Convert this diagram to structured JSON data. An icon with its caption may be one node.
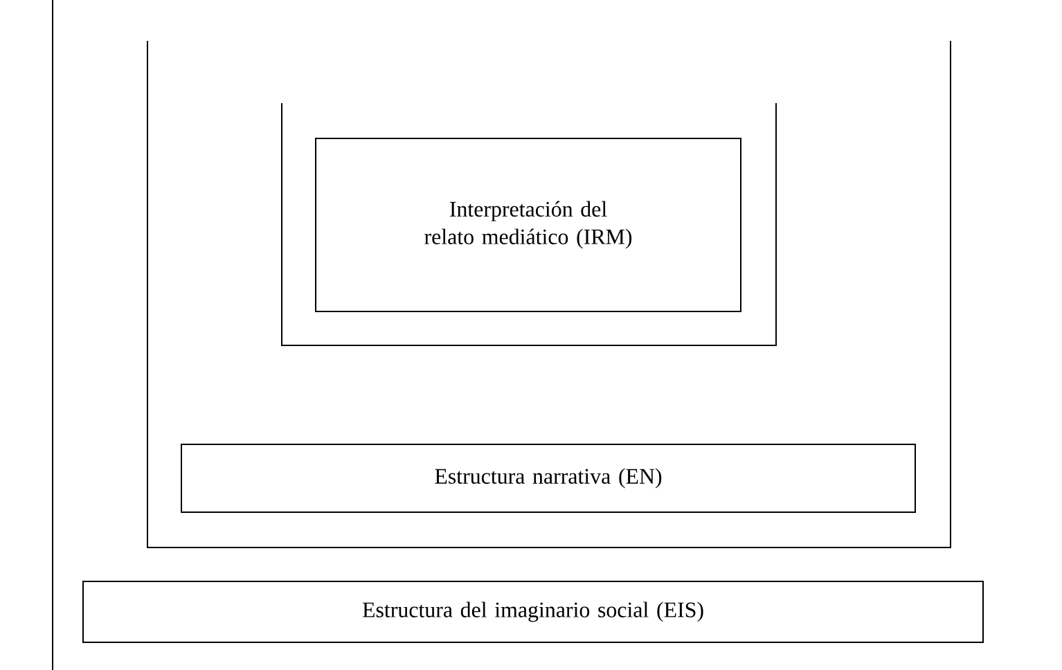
{
  "diagram": {
    "nodes": [
      {
        "text": [],
        "shape": "container"
      },
      {
        "text": [],
        "shape": "container",
        "in": 0
      },
      {
        "text": [
          "Interpretación del relato mediático (IRM)"
        ],
        "in": 1
      },
      {
        "text": [
          "Estructura narrativa (EN)"
        ],
        "in": 0
      },
      {
        "text": [
          "Estructura del imaginario social (EIS)"
        ]
      }
    ]
  }
}
